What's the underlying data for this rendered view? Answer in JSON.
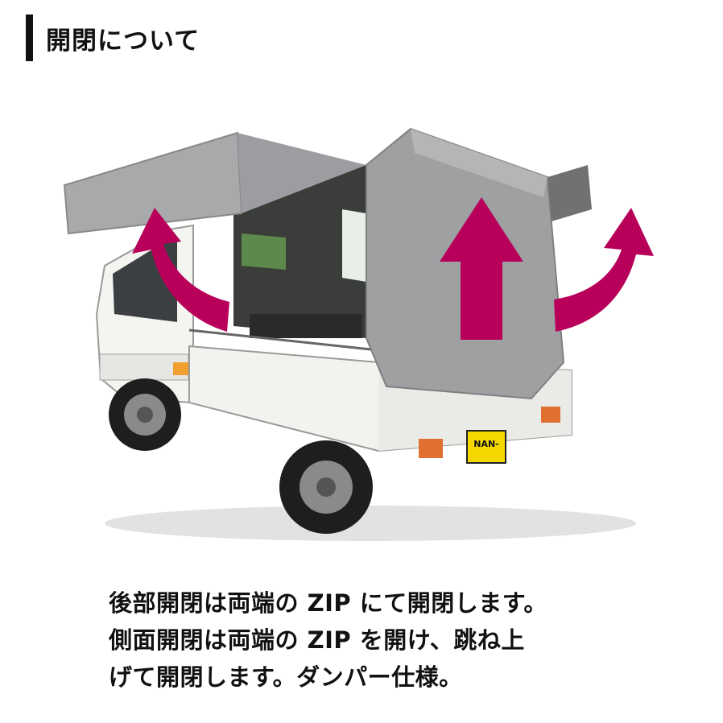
{
  "header": {
    "title": "開閉について"
  },
  "photo": {
    "plate_text": "NAN-",
    "arrow_color": "#b8005a",
    "tarp_color": "#9ea0a2",
    "truck_color": "#f2f2ee"
  },
  "caption": {
    "lines": [
      "後部開閉は両端の ZIP にて開閉します。",
      "側面開閉は両端の ZIP を開け、跳ね上",
      "げて開閉します。ダンパー仕様。"
    ]
  }
}
